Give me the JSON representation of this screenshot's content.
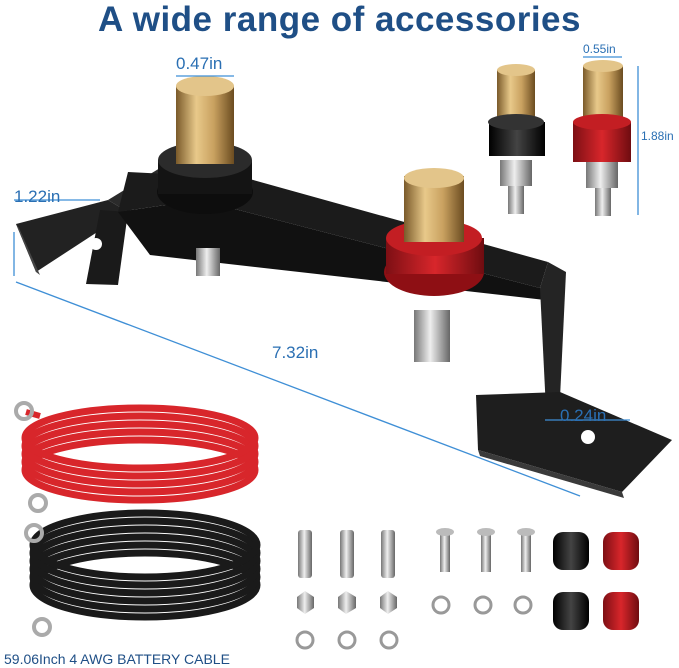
{
  "title": "A wide range of accessories",
  "dimensions": {
    "post_diameter": "0.47in",
    "post_diameter_small": "0.55in",
    "post_height": "1.88in",
    "bracket_height": "1.22in",
    "bracket_length": "7.32in",
    "hole_diameter": "0.24in"
  },
  "cable_caption": "59.06Inch 4 AWG BATTERY CABLE",
  "colors": {
    "title": "#1f4f86",
    "dimension_text": "#2a6fb3",
    "red_cable": "#d8262b",
    "black_cable": "#1a1a1a",
    "brass": "#c9a160",
    "bracket": "#1b1b1b"
  }
}
